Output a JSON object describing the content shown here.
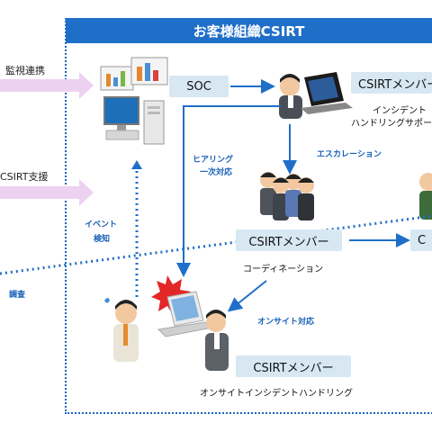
{
  "title": "お客様組織CSIRT",
  "left_labels": [
    "監視連携",
    "CSIRT支援",
    "調査"
  ],
  "nodes": {
    "soc": "SOC",
    "csirt_top": "CSIRTメンバー",
    "csirt_center": "CSIRTメンバー",
    "csirt_bottom": "CSIRTメンバー",
    "right_partial": "C"
  },
  "captions": {
    "top_right_line1": "インシデント",
    "top_right_line2": "ハンドリングサポート",
    "center": "コーディネーション",
    "bottom": "オンサイトインシデントハンドリング"
  },
  "flows": {
    "escalation": "エスカレーション",
    "hearing_line1": "ヒアリング",
    "hearing_line2": "一次対応",
    "event_line1": "イベント",
    "event_line2": "検知",
    "onsite": "オンサイト対応"
  },
  "colors": {
    "header_bg": "#1f6fc9",
    "node_box": "#d7e8f3",
    "arrow": "#1f6fc9",
    "side_arrow": "#e8c6ec"
  }
}
